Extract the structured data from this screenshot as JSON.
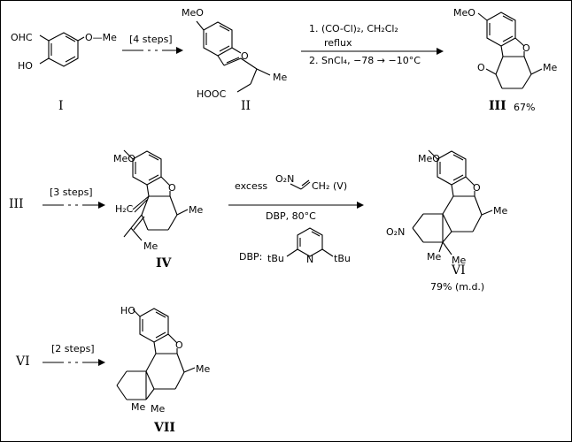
{
  "compounds": {
    "I": {
      "label": "I"
    },
    "II": {
      "label": "II"
    },
    "III": {
      "label": "III",
      "yield": "67%"
    },
    "IV": {
      "label": "IV"
    },
    "VI": {
      "label": "VI",
      "yield": "79% (m.d.)"
    },
    "VII": {
      "label": "VII"
    }
  },
  "reactions": {
    "r1": {
      "steps": "[4 steps]"
    },
    "r2": {
      "line1": "1. (CO-Cl)₂,  CH₂Cl₂",
      "line2": "reflux",
      "line3": "2. SnCl₄, −78 → −10°C"
    },
    "r3": {
      "start": "III",
      "steps": "[3 steps]"
    },
    "r4": {
      "reagent": "excess",
      "reagent_id": "(V)",
      "conditions": "DBP, 80°C"
    },
    "r5": {
      "start": "VI",
      "steps": "[2 steps]"
    }
  },
  "dbp": {
    "label": "DBP:"
  },
  "atoms": {
    "ohc": "OHC",
    "ho": "HO",
    "ome": "O—Me",
    "meo": "MeO",
    "me": "Me",
    "o": "O",
    "hooc": "HOOC",
    "h2c": "H₂C",
    "o2n": "O₂N",
    "tbu": "tBu",
    "n": "N",
    "ch2": "CH₂"
  }
}
